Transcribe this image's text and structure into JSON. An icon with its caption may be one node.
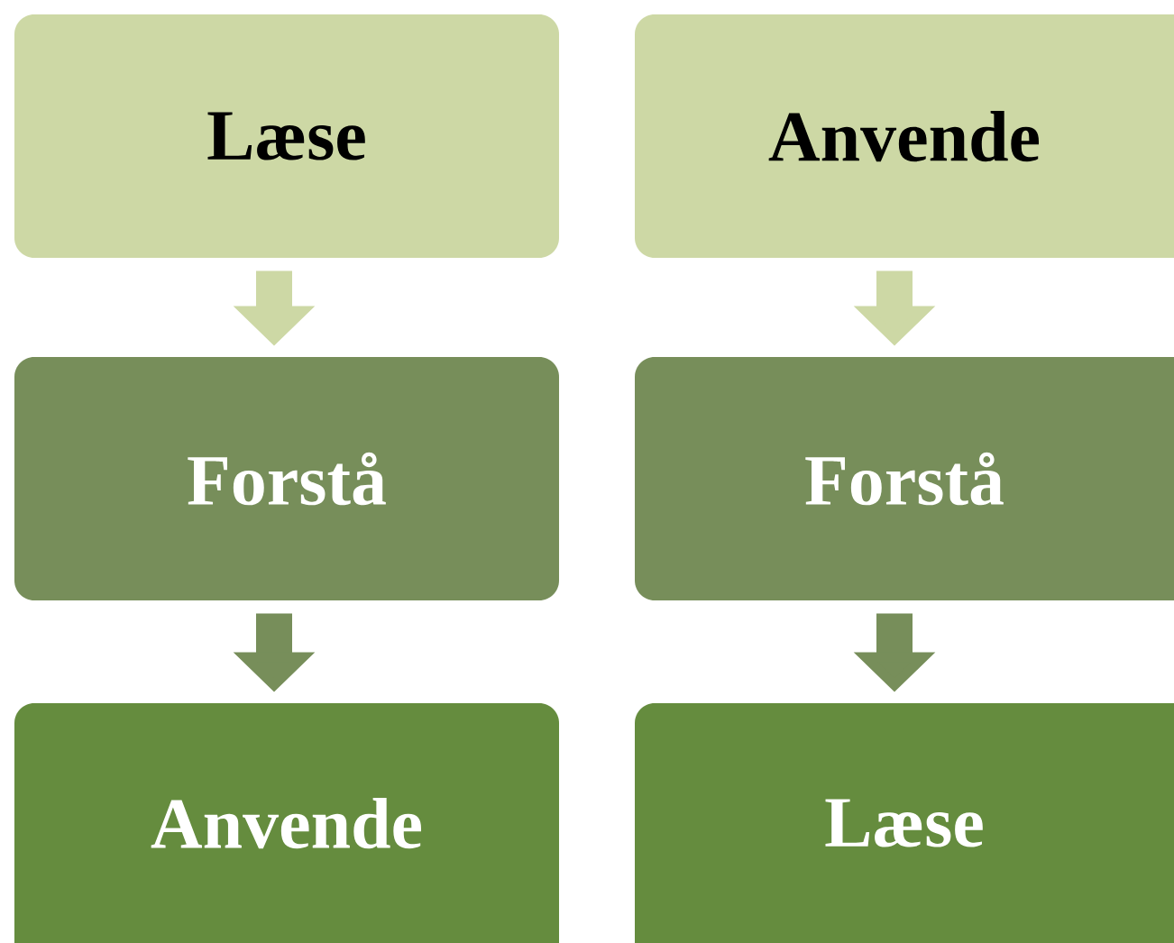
{
  "diagram": {
    "nodes": [
      {
        "text": [
          "Læse"
        ]
      },
      {
        "text": [
          "Anvende"
        ]
      },
      {
        "text": [
          "Forstå"
        ]
      },
      {
        "text": [
          "Forstå"
        ]
      },
      {
        "text": [
          "Anvende"
        ]
      },
      {
        "text": [
          "Læse"
        ]
      }
    ],
    "edges": [
      {
        "from": 0,
        "to": 2,
        "arrow": "to"
      },
      {
        "from": 1,
        "to": 3,
        "arrow": "to"
      },
      {
        "from": 2,
        "to": 4,
        "arrow": "to"
      },
      {
        "from": 3,
        "to": 5,
        "arrow": "to"
      }
    ]
  }
}
